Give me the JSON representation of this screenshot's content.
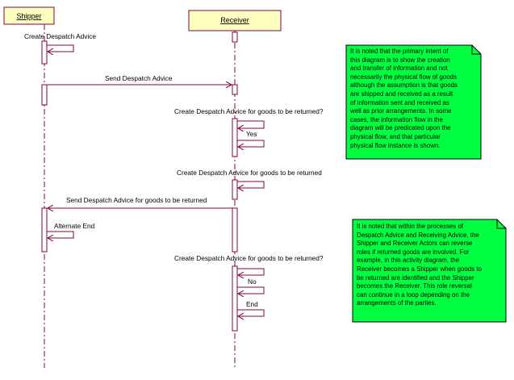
{
  "colors": {
    "actor_fill": "#ffffc0",
    "line": "#800040",
    "note_fill": "#00ff40",
    "note_border": "#000000",
    "activation_fill": "#ffffff"
  },
  "actors": {
    "shipper": "Shipper",
    "receiver": "Receiver"
  },
  "messages": {
    "m1": "Create Despatch Advice",
    "m2": "Send Despatch Advice",
    "m3": "Create Despatch Advice for goods to be returned?",
    "m4": "Yes",
    "m5": "Create Despatch Advice for goods to be returned",
    "m6": "Send Despatch Advice for goods to be returned",
    "m7": "Alternate End",
    "m8": "Create Despatch Advice for goods to be returned?",
    "m9": "No",
    "m10": "End"
  },
  "notes": {
    "note1": [
      "It is noted that the primary intent of",
      "this diagram is to show the creation",
      "and transfer of information and not",
      "necessarily the physical flow of goods",
      "although the assumption is that goods",
      "are shipped and received as a result",
      "of information sent and received as",
      "well as prior arrangements.  In some",
      "cases, the information flow in the",
      "diagram will be predicated upon the",
      "physical flow, and that particular",
      "physical flow instance is shown."
    ],
    "note2": [
      "It is noted that within the processes of",
      "Despatch Advice and Receiving Advice, the",
      "Shipper and Receiver Actors can reverse",
      "roles if returned goods are involved.  For",
      "example, in this activity diagram, the",
      "Receiver becomes a Shipper when goods to",
      "be returned are identified and the Shipper",
      "becomes the Receiver.  This role reversal",
      "can continue in a loop depending on the",
      "arrangements of the parties."
    ]
  }
}
